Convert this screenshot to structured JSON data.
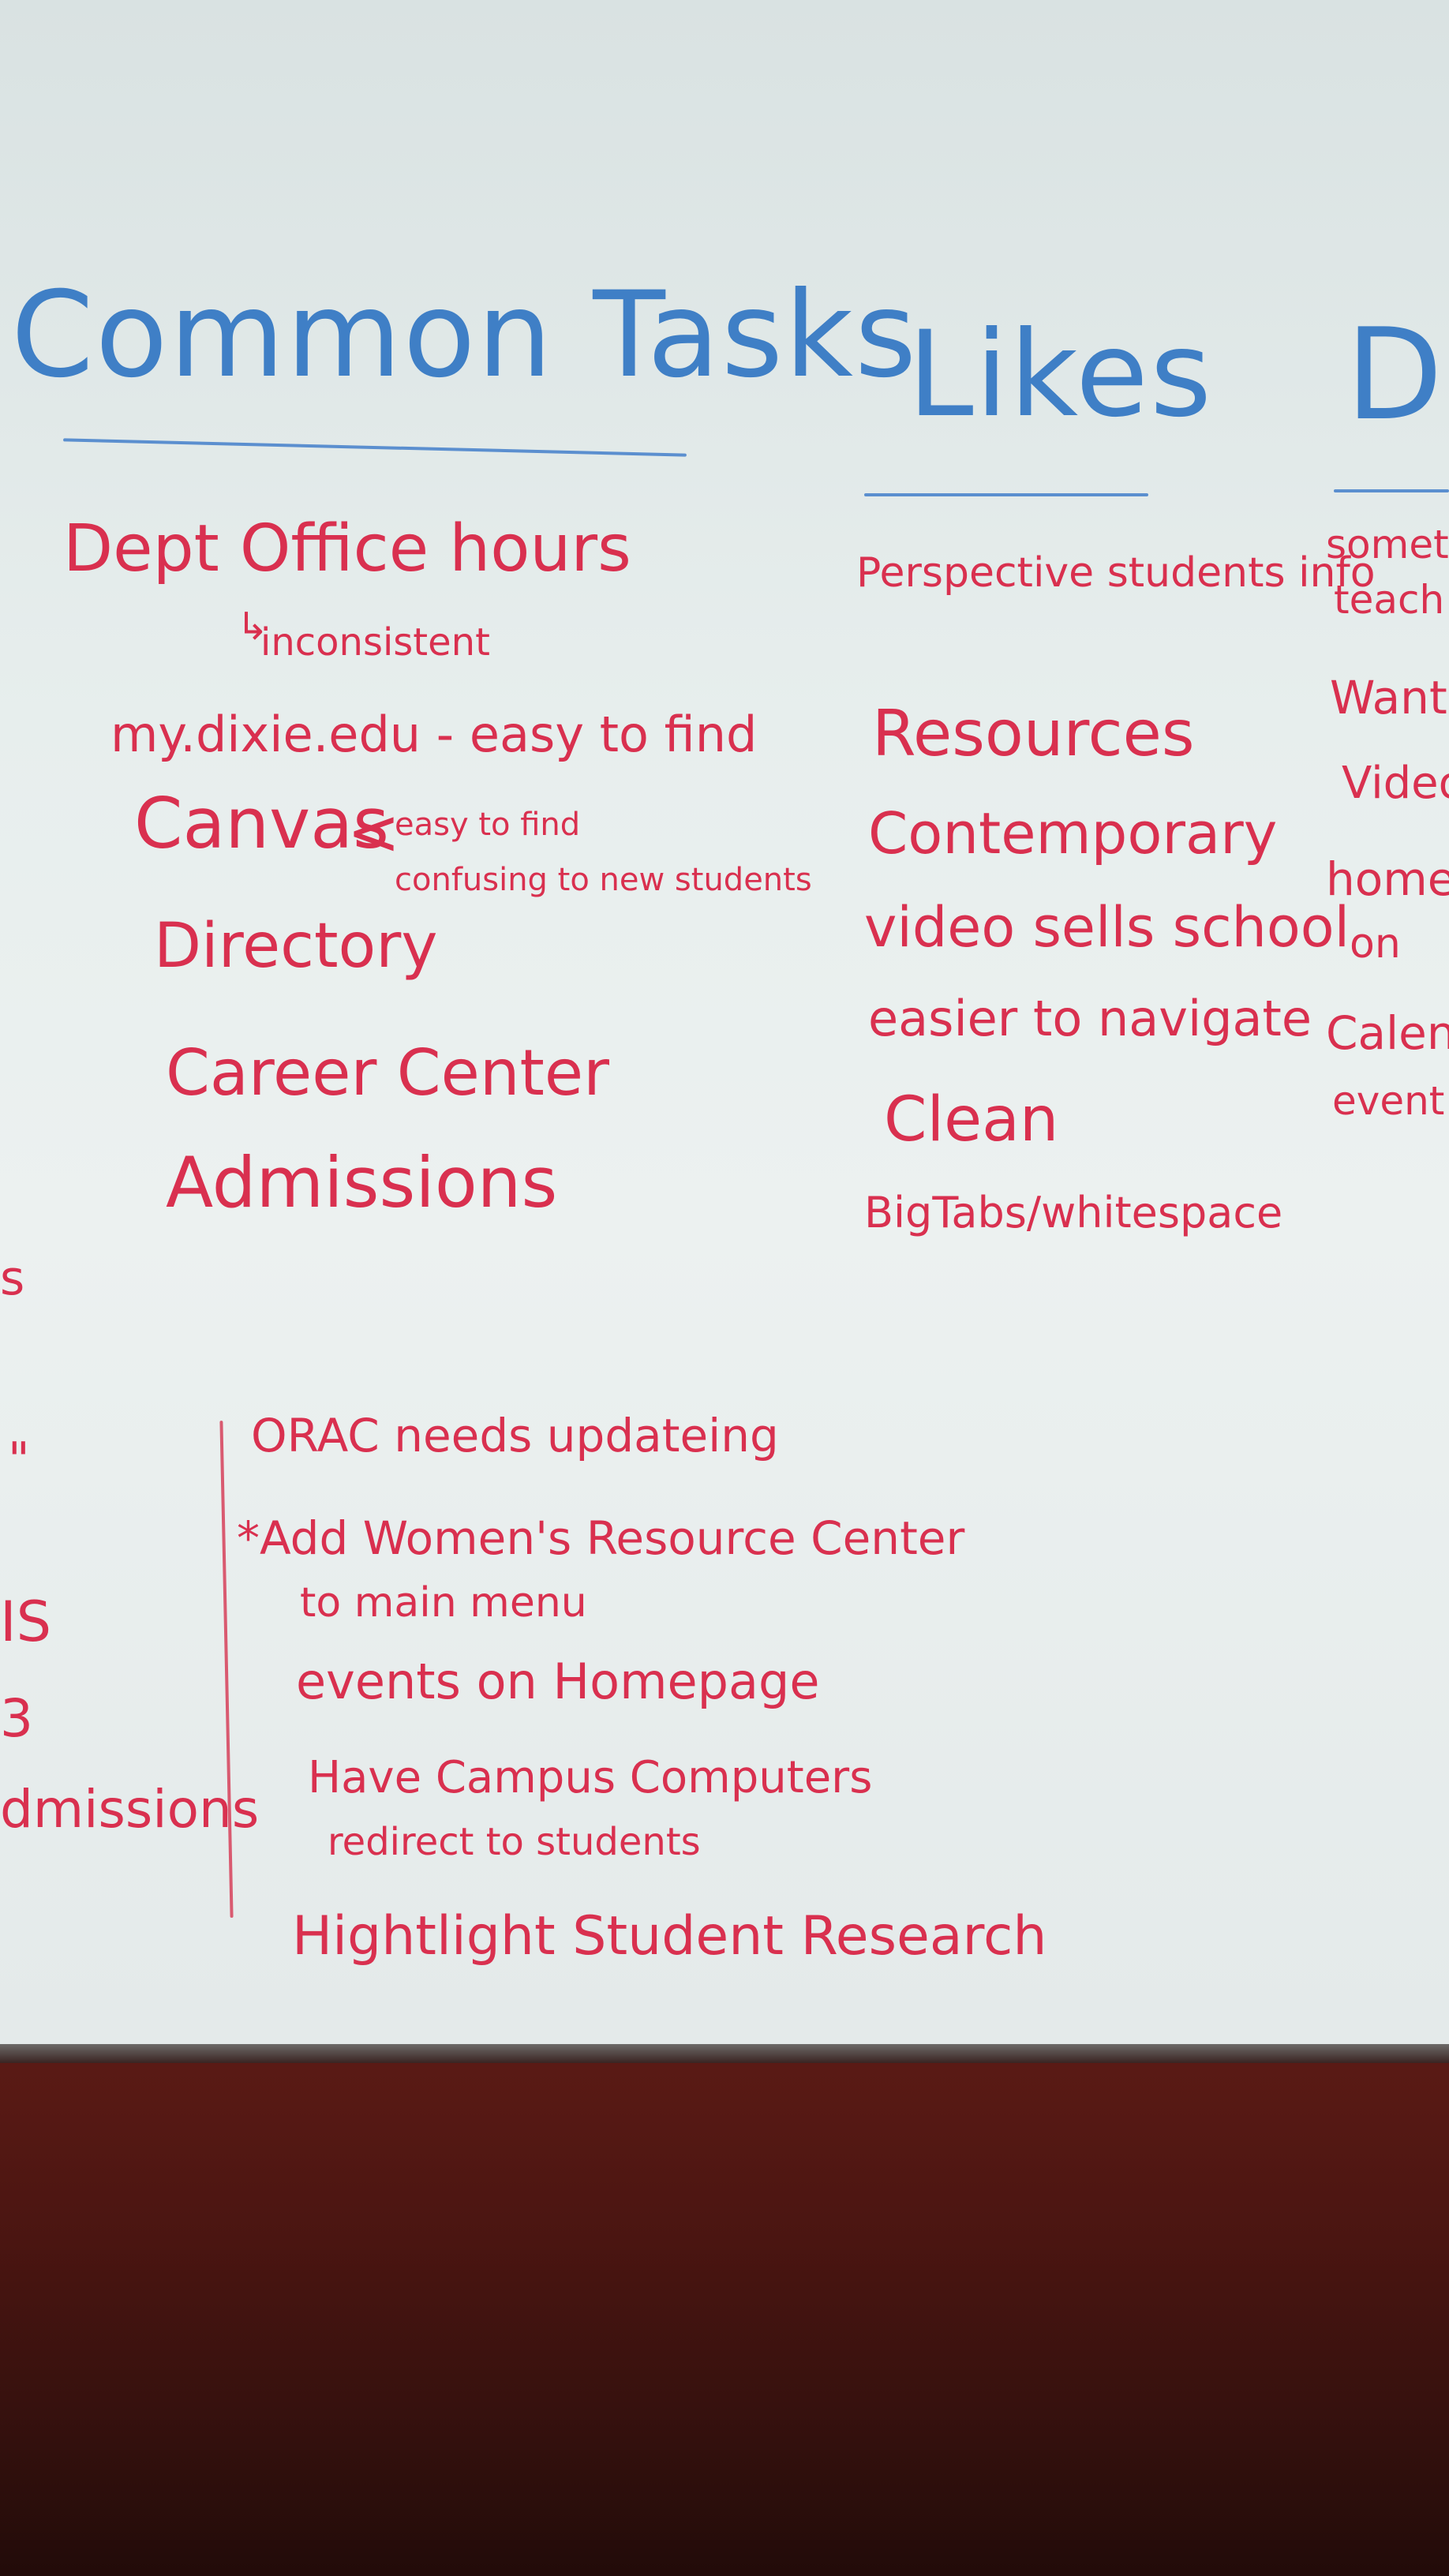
{
  "columns": {
    "common_tasks": {
      "heading": "Common Tasks",
      "items": [
        "Dept Office hours",
        "inconsistent",
        "my.dixie.edu - easy to find",
        "Canvas",
        "easy to find",
        "confusing to new students",
        "Directory",
        "Career Center",
        "Admissions"
      ]
    },
    "likes": {
      "heading": "Likes",
      "items": [
        "Perspective students info",
        "Resources",
        "Contemporary",
        "video sells school",
        "easier to navigate",
        "Clean",
        "BigTabs/whitespace"
      ]
    },
    "partial_right": {
      "heading": "D",
      "items": [
        "someti",
        "teach",
        "Want",
        "Video",
        "home",
        "on",
        "Calen",
        "event"
      ]
    }
  },
  "lower_list": [
    "ORAC needs updateing",
    "*Add Women's Resource Center",
    "to main menu",
    "events on Homepage",
    "Have Campus Computers",
    "redirect to students",
    "Hightlight Student Research"
  ],
  "partial_left": [
    "s",
    "\"",
    "IS",
    "3",
    "dmissions"
  ],
  "colors": {
    "blue_marker": "#3f7fc6",
    "red_marker": "#d9304f",
    "board": "#e7eeed",
    "wall": "#4a1511"
  }
}
